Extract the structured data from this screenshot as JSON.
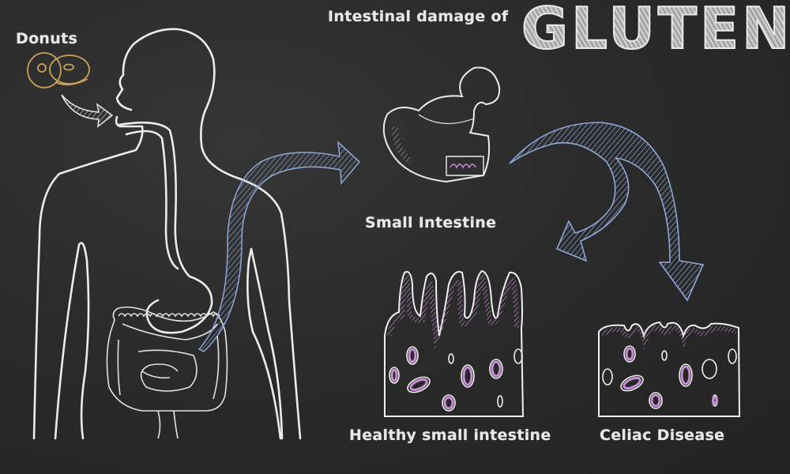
{
  "header": {
    "subtitle": "Intestinal damage of",
    "title": "GLUTEN"
  },
  "labels": {
    "donuts": "Donuts",
    "small_intestine": "Small Intestine",
    "healthy": "Healthy small intestine",
    "celiac": "Celiac Disease"
  },
  "colors": {
    "background": "#2a2a2a",
    "chalk_white": "#e8e8e8",
    "chalk_blue": "#8fa8d8",
    "chalk_pink": "#c98fd6",
    "chalk_orange": "#c9a25a"
  },
  "icons": [
    "donut-icon",
    "body-outline",
    "arrow-icon",
    "small-intestine-icon",
    "villi-diagram"
  ]
}
